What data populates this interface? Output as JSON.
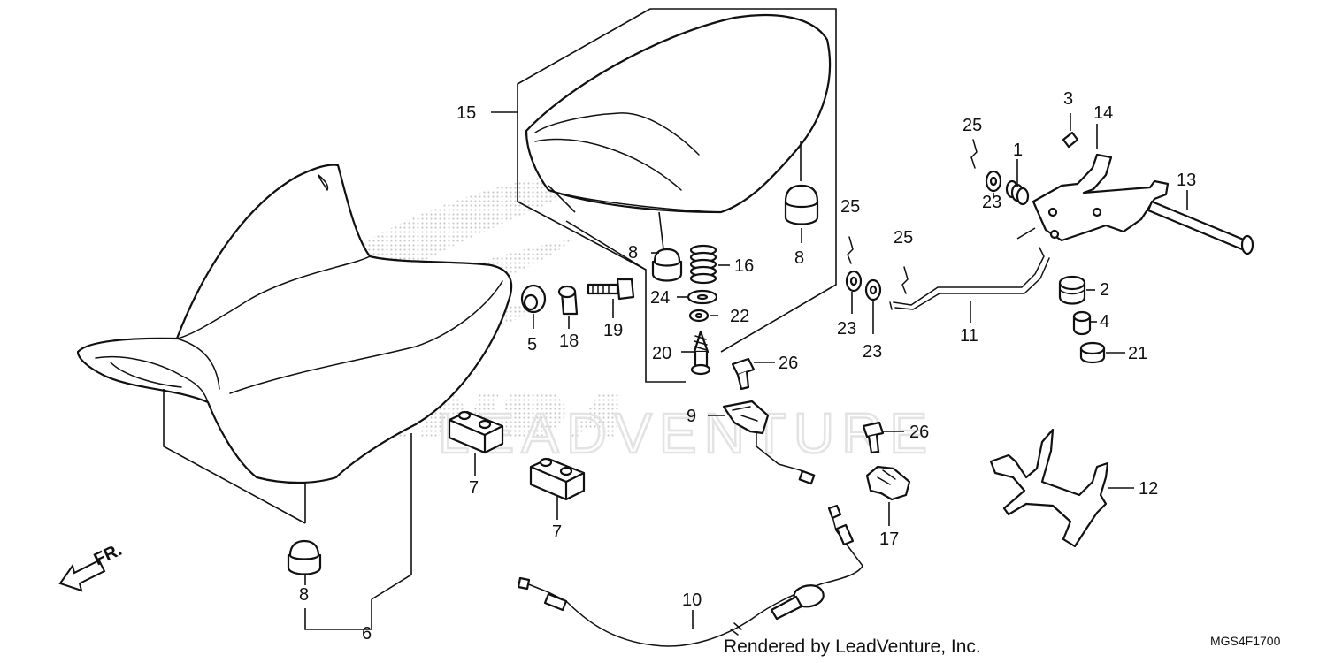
{
  "diagram": {
    "callouts": [
      {
        "id": "c3",
        "label": "3"
      },
      {
        "id": "c14",
        "label": "14"
      },
      {
        "id": "c25a",
        "label": "25"
      },
      {
        "id": "c1",
        "label": "1"
      },
      {
        "id": "c13",
        "label": "13"
      },
      {
        "id": "c23a",
        "label": "23"
      },
      {
        "id": "c15",
        "label": "15"
      },
      {
        "id": "c25b",
        "label": "25"
      },
      {
        "id": "c25c",
        "label": "25"
      },
      {
        "id": "c8a",
        "label": "8"
      },
      {
        "id": "c8b",
        "label": "8"
      },
      {
        "id": "c16",
        "label": "16"
      },
      {
        "id": "c2",
        "label": "2"
      },
      {
        "id": "c24",
        "label": "24"
      },
      {
        "id": "c22",
        "label": "22"
      },
      {
        "id": "c4",
        "label": "4"
      },
      {
        "id": "c5",
        "label": "5"
      },
      {
        "id": "c18",
        "label": "18"
      },
      {
        "id": "c19",
        "label": "19"
      },
      {
        "id": "c23b",
        "label": "23"
      },
      {
        "id": "c23c",
        "label": "23"
      },
      {
        "id": "c11",
        "label": "11"
      },
      {
        "id": "c21",
        "label": "21"
      },
      {
        "id": "c20",
        "label": "20"
      },
      {
        "id": "c26a",
        "label": "26"
      },
      {
        "id": "c9",
        "label": "9"
      },
      {
        "id": "c26b",
        "label": "26"
      },
      {
        "id": "c7a",
        "label": "7"
      },
      {
        "id": "c12",
        "label": "12"
      },
      {
        "id": "c7b",
        "label": "7"
      },
      {
        "id": "c17",
        "label": "17"
      },
      {
        "id": "c8c",
        "label": "8"
      },
      {
        "id": "c10",
        "label": "10"
      },
      {
        "id": "c6",
        "label": "6"
      }
    ],
    "front_indicator": "FR.",
    "watermark": "LEADVENTURE",
    "credit": "Rendered by LeadVenture, Inc.",
    "reference_code": "MGS4F1700"
  }
}
